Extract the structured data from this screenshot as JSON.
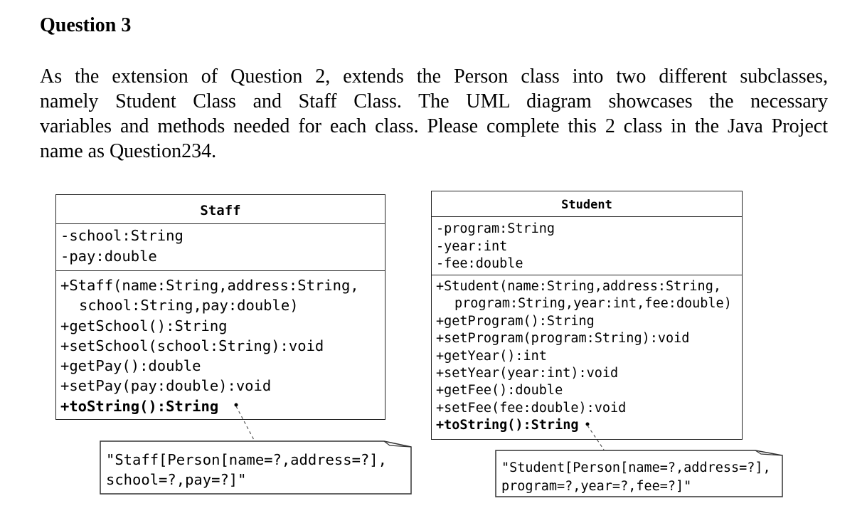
{
  "heading": "Question 3",
  "paragraph_lines": [
    "As the extension of Question 2, extends the Person class into two different subclasses,",
    "namely Student Class and Staff Class. The UML diagram showcases the necessary",
    "variables and methods needed for each class. Please complete this 2 class in the Java Project",
    "name as Question234."
  ],
  "staff": {
    "name": "Staff",
    "attributes": [
      "-school:String",
      "-pay:double"
    ],
    "operations": [
      "+Staff(name:String,address:String,",
      "school:String,pay:double)",
      "+getSchool():String",
      "+setSchool(school:String):void",
      "+getPay():double",
      "+setPay(pay:double):void",
      "+toString():String"
    ],
    "note_lines": [
      "\"Staff[Person[name=?,address=?],",
      "school=?,pay=?]\""
    ]
  },
  "student": {
    "name": "Student",
    "attributes": [
      "-program:String",
      "-year:int",
      "-fee:double"
    ],
    "operations": [
      "+Student(name:String,address:String,",
      "program:String,year:int,fee:double)",
      "+getProgram():String",
      "+setProgram(program:String):void",
      "+getYear():int",
      "+setYear(year:int):void",
      "+getFee():double",
      "+setFee(fee:double):void",
      "+toString():String"
    ],
    "note_lines": [
      "\"Student[Person[name=?,address=?],",
      "program=?,year=?,fee=?]\""
    ]
  }
}
